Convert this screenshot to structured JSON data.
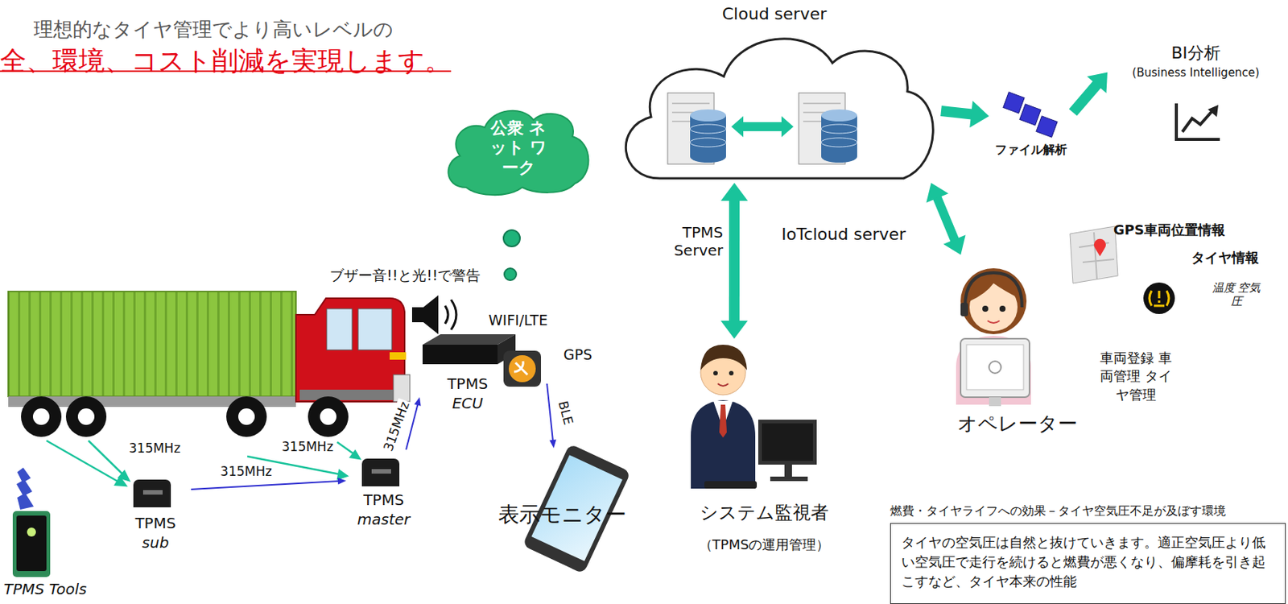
{
  "diagram": {
    "title": "理想的なタイヤ管理でより高いレベルの",
    "nodes": [
      {
        "text": [
          "Cloud server"
        ]
      },
      {
        "text": [
          "公衆 ネット ワーク"
        ]
      },
      {
        "text": [
          "ファイル解析"
        ]
      },
      {
        "text": [
          "BI分析",
          "(Business Intelligence)"
        ]
      },
      {
        "text": [
          "TPMS",
          "sub"
        ]
      },
      {
        "text": [
          "TPMS",
          "master"
        ]
      },
      {
        "text": [
          "TPMS",
          "ECU"
        ]
      },
      {
        "text": [
          "表示モニター"
        ]
      },
      {
        "text": [
          "TPMS Tools"
        ]
      },
      {
        "text": [
          "システム監視者",
          "（TPMSの運用管理）"
        ]
      },
      {
        "text": [
          "オペレーター"
        ]
      },
      {
        "text": [
          "タイヤの空気圧は自然と抜けていきます。適正空気圧より低い空気圧で走行を続けると燃費が悪くなり、偏摩耗を引き起こすなど、タイヤ本来の性能"
        ]
      }
    ],
    "edges": [
      {
        "from": 4,
        "to": 5,
        "arrow": "to",
        "label": "315MHz"
      },
      {
        "from": 5,
        "to": 6,
        "arrow": "to",
        "label": "315MHz"
      },
      {
        "from": 6,
        "to": 7,
        "arrow": "to",
        "label": "BLE"
      },
      {
        "from": 0,
        "to": 2,
        "arrow": "to"
      },
      {
        "from": 2,
        "to": 3,
        "arrow": "to"
      },
      {
        "from": 0,
        "to": 9,
        "arrow": "both"
      },
      {
        "from": 0,
        "to": 10,
        "arrow": "both"
      }
    ],
    "labels": [
      "全、環境、コスト削減を実現します。",
      "315MHz",
      "315MHz",
      "ブザー音!!と光!!で警告",
      "WIFI/LTE",
      "GPS",
      "TPMS Server",
      "IoTcloud server",
      "GPS車両位置情報",
      "タイヤ情報",
      "温度 空気圧",
      "車両登録 車両管理 タイヤ管理",
      "燃費・タイヤライフへの効果－タイヤ空気圧不足が及ぼす環境"
    ]
  }
}
